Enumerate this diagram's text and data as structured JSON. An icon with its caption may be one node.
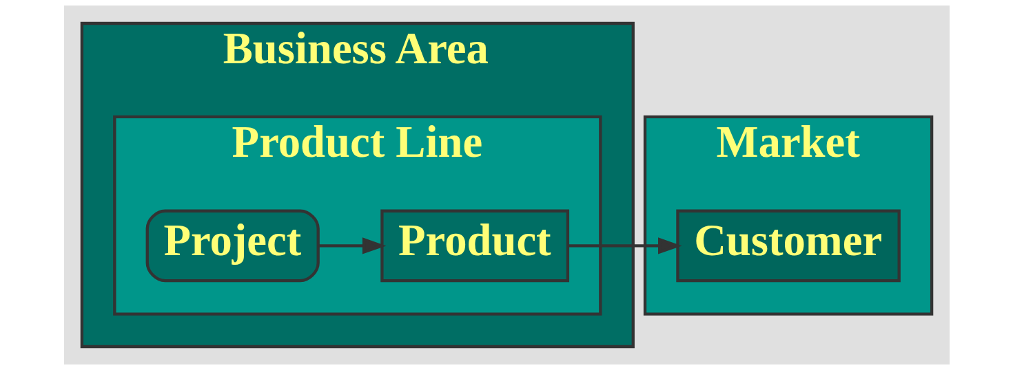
{
  "diagram": {
    "nodes": [
      {
        "text": [
          "Business Area"
        ]
      },
      {
        "text": [
          "Product Line"
        ],
        "in": 0
      },
      {
        "text": [
          "Project"
        ],
        "in": 1
      },
      {
        "text": [
          "Product"
        ],
        "in": 1
      },
      {
        "text": [
          "Market"
        ]
      },
      {
        "text": [
          "Customer"
        ],
        "in": 4
      }
    ],
    "edges": [
      {
        "from": 2,
        "to": 3,
        "arrow": "to"
      },
      {
        "from": 3,
        "to": 5,
        "arrow": "to"
      }
    ]
  }
}
